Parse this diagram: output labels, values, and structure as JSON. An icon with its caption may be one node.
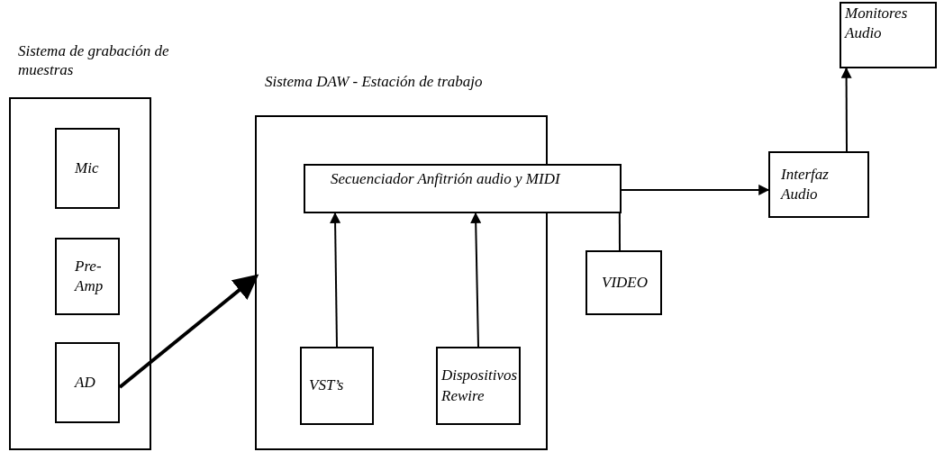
{
  "diagram": {
    "nodes": [
      {
        "text": [
          "Sistema de grabación de muestras"
        ]
      },
      {
        "text": [
          "Mic"
        ],
        "in": 0
      },
      {
        "text": [
          "Pre-Amp"
        ],
        "in": 0
      },
      {
        "text": [
          "AD"
        ],
        "in": 0
      },
      {
        "text": [
          "Sistema DAW - Estación de trabajo"
        ]
      },
      {
        "text": [
          "Secuenciador Anfitrión audio y MIDI"
        ]
      },
      {
        "text": [
          "VIDEO"
        ]
      },
      {
        "text": [
          "VST’s"
        ],
        "in": 4
      },
      {
        "text": [
          "Dispositivos Rewire"
        ],
        "in": 4
      },
      {
        "text": [
          "Interfaz Audio"
        ]
      },
      {
        "text": [
          "Monitores Audio"
        ]
      }
    ],
    "edges": [
      {
        "from": 3,
        "to": 4,
        "arrow": "to",
        "style": "thick"
      },
      {
        "from": 7,
        "to": 5,
        "arrow": "to"
      },
      {
        "from": 8,
        "to": 5,
        "arrow": "to"
      },
      {
        "from": 5,
        "to": 6,
        "arrow": "none"
      },
      {
        "from": 5,
        "to": 9,
        "arrow": "to"
      },
      {
        "from": 9,
        "to": 10,
        "arrow": "to"
      }
    ]
  }
}
